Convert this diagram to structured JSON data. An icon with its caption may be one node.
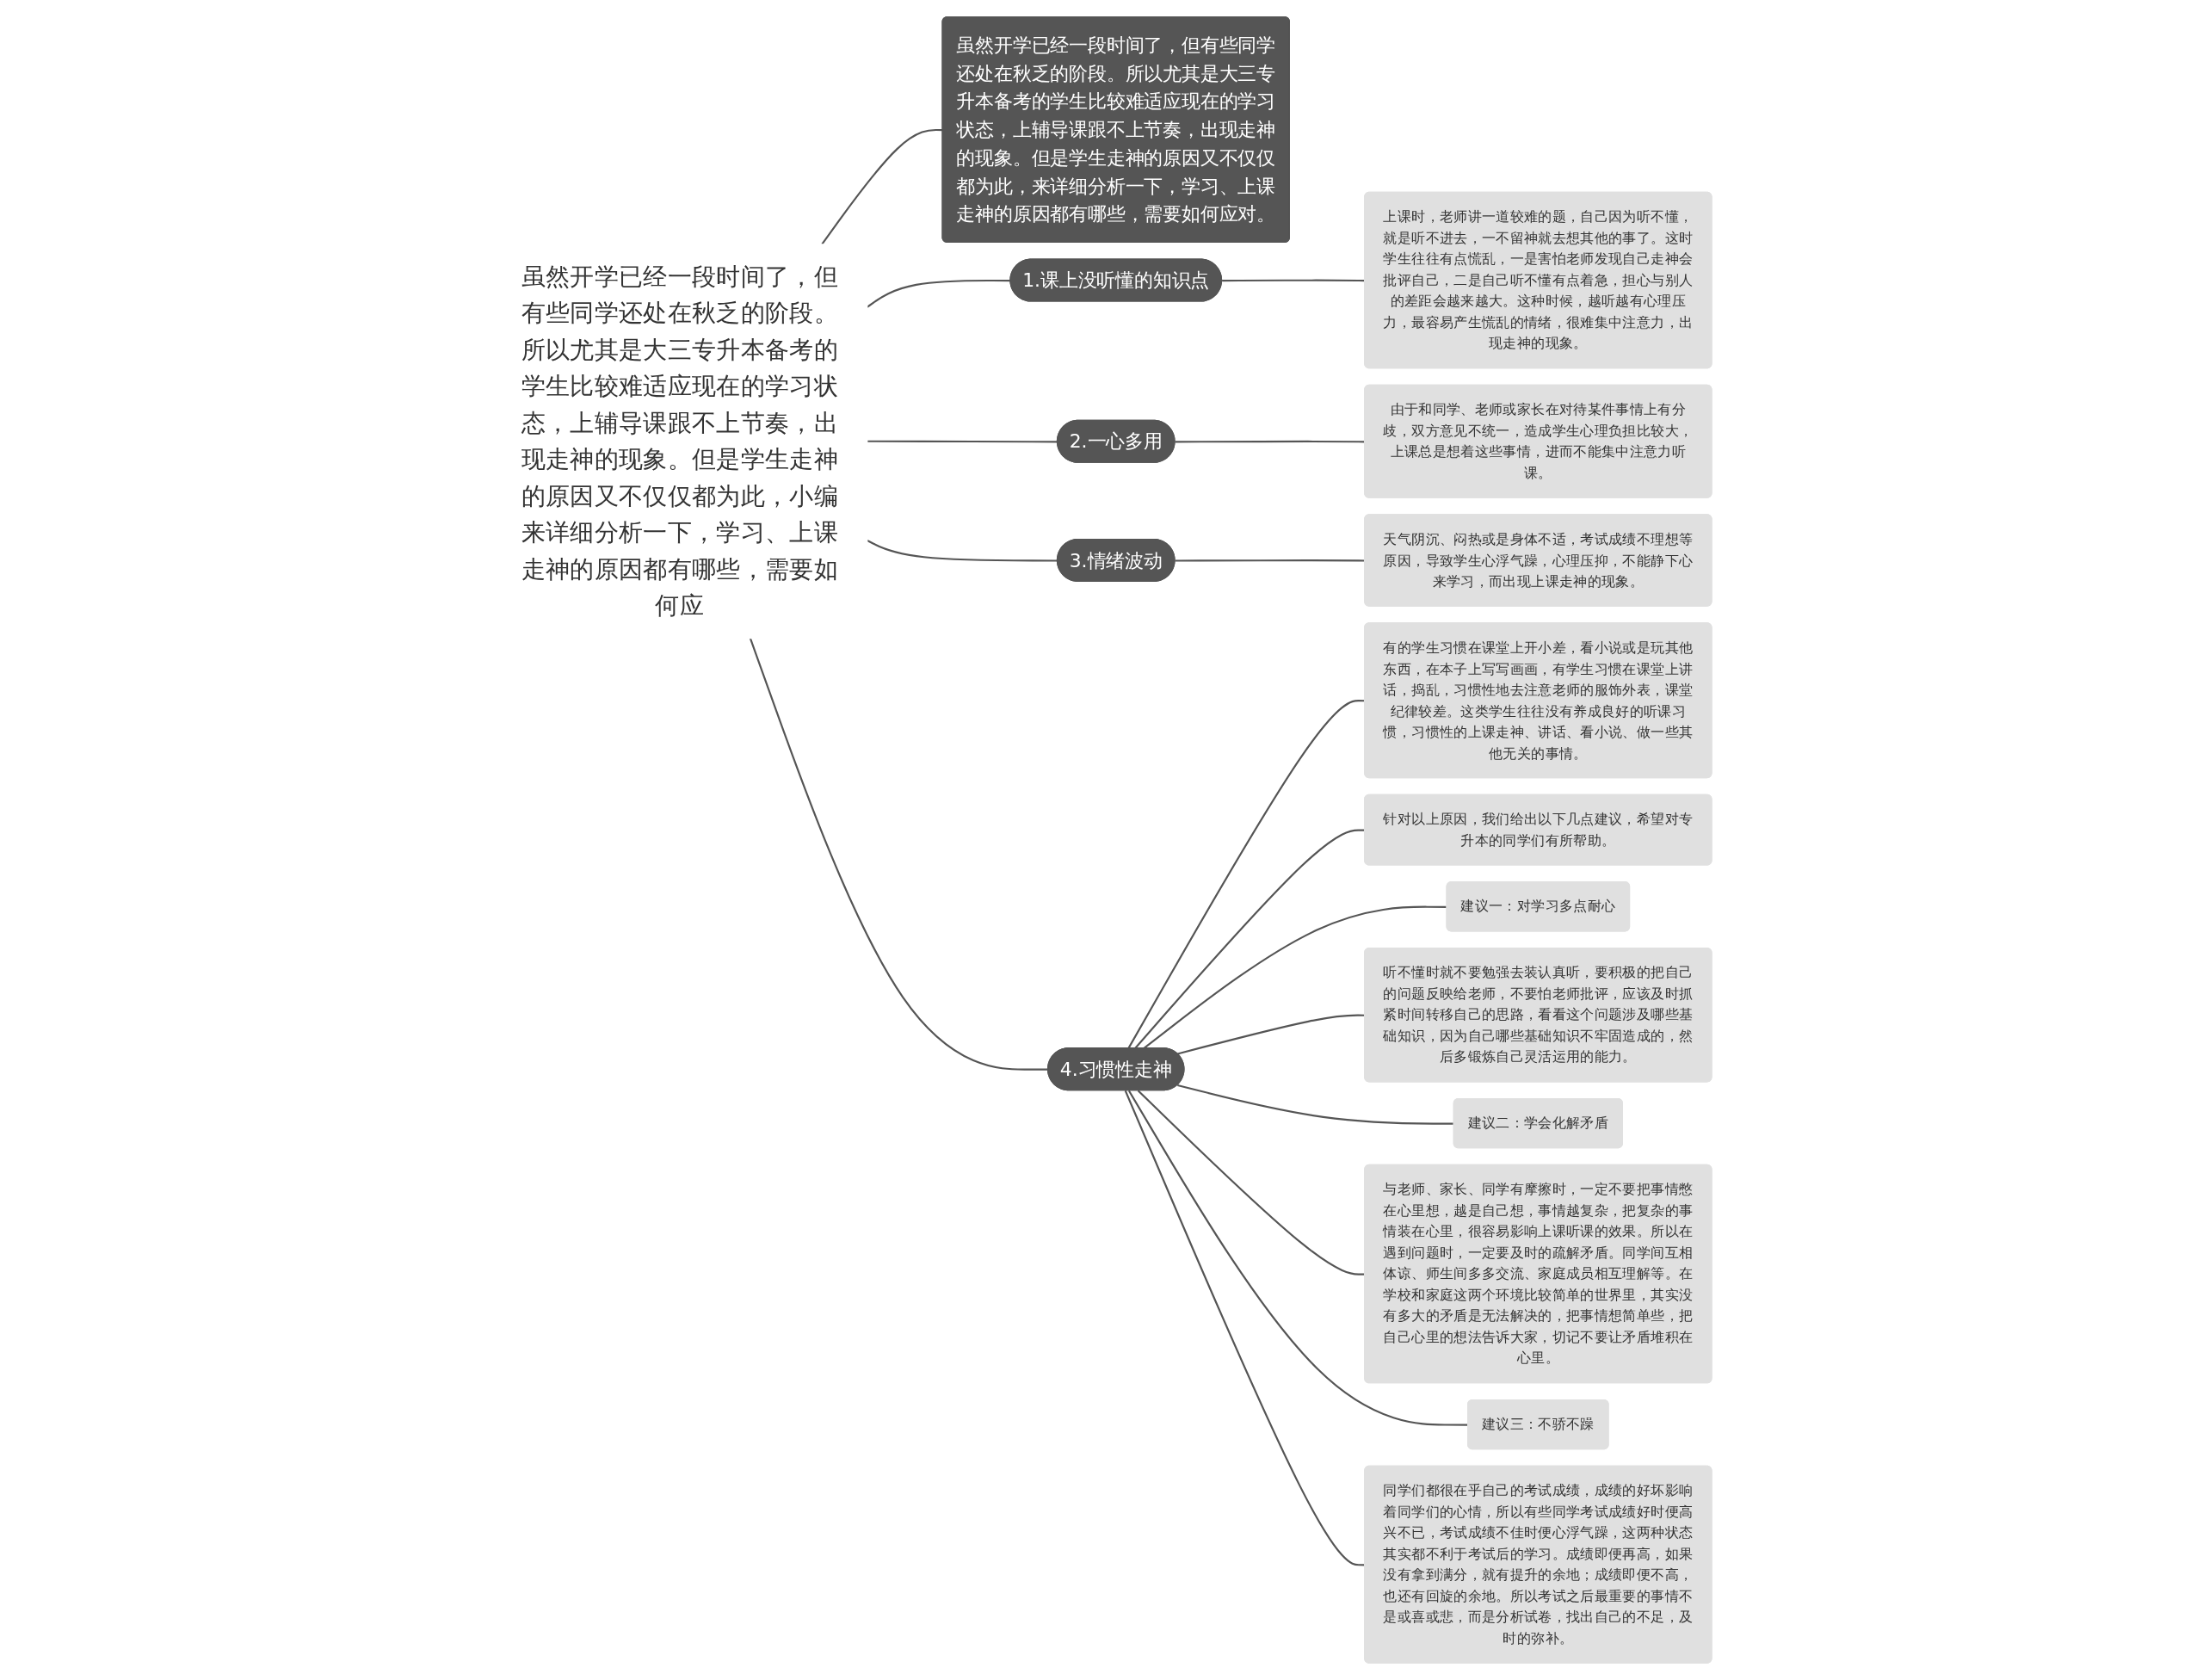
{
  "diagram": {
    "nodes": [
      {
        "text": [
          "虽然开学已经一段时间了，但有些同学还处在秋乏的阶段。所以尤其是大三专升本备考的学生比较难适应现在的学习状态，上辅导课跟不上节奏，出现走神的现象。但是学生走神的原因又不仅仅都为此，小编来详细分析一下，学习、上课走神的原因都有哪些，需要如何应"
        ]
      },
      {
        "text": [
          "虽然开学已经一段时间了，但有些同学还处在秋乏的阶段。所以尤其是大三专升本备考的学生比较难适应现在的学习状态，上辅导课跟不上节奏，出现走神的现象。但是学生走神的原因又不仅仅都为此，来详细分析一下，学习、上课走神的原因都有哪些，需要如何应对。"
        ]
      },
      {
        "text": [
          "1.课上没听懂的知识点"
        ]
      },
      {
        "text": [
          "上课时，老师讲一道较难的题，自己因为听不懂，就是听不进去，一不留神就去想其他的事了。这时学生往往有点慌乱，一是害怕老师发现自己走神会批评自己，二是自己听不懂有点着急，担心与别人的差距会越来越大。这种时候，越听越有心理压力，最容易产生慌乱的情绪，很难集中注意力，出现走神的现象。"
        ]
      },
      {
        "text": [
          "2.一心多用"
        ]
      },
      {
        "text": [
          "由于和同学、老师或家长在对待某件事情上有分歧，双方意见不统一，造成学生心理负担比较大，上课总是想着这些事情，进而不能集中注意力听课。"
        ]
      },
      {
        "text": [
          "3.情绪波动"
        ]
      },
      {
        "text": [
          "天气阴沉、闷热或是身体不适，考试成绩不理想等原因，导致学生心浮气躁，心理压抑，不能静下心来学习，而出现上课走神的现象。"
        ]
      },
      {
        "text": [
          "4.习惯性走神"
        ]
      },
      {
        "text": [
          "有的学生习惯在课堂上开小差，看小说或是玩其他东西，在本子上写写画画，有学生习惯在课堂上讲话，捣乱，习惯性地去注意老师的服饰外表，课堂纪律较差。这类学生往往没有养成良好的听课习惯，习惯性的上课走神、讲话、看小说、做一些其他无关的事情。"
        ]
      },
      {
        "text": [
          "针对以上原因，我们给出以下几点建议，希望对专升本的同学们有所帮助。"
        ]
      },
      {
        "text": [
          "建议一：对学习多点耐心"
        ]
      },
      {
        "text": [
          "听不懂时就不要勉强去装认真听，要积极的把自己的问题反映给老师，不要怕老师批评，应该及时抓紧时间转移自己的思路，看看这个问题涉及哪些基础知识，因为自己哪些基础知识不牢固造成的，然后多锻炼自己灵活运用的能力。"
        ]
      },
      {
        "text": [
          "建议二：学会化解矛盾"
        ]
      },
      {
        "text": [
          "与老师、家长、同学有摩擦时，一定不要把事情憋在心里想，越是自己想，事情越复杂，把复杂的事情装在心里，很容易影响上课听课的效果。所以在遇到问题时，一定要及时的疏解矛盾。同学间互相体谅、师生间多多交流、家庭成员相互理解等。在学校和家庭这两个环境比较简单的世界里，其实没有多大的矛盾是无法解决的，把事情想简单些，把自己心里的想法告诉大家，切记不要让矛盾堆积在心里。"
        ]
      },
      {
        "text": [
          "建议三：不骄不躁"
        ]
      },
      {
        "text": [
          "同学们都很在乎自己的考试成绩，成绩的好坏影响着同学们的心情，所以有些同学考试成绩好时便高兴不已，考试成绩不佳时便心浮气躁，这两种状态其实都不利于考试后的学习。成绩即便再高，如果没有拿到满分，就有提升的余地；成绩即便不高，也还有回旋的余地。所以考试之后最重要的事情不是或喜或悲，而是分析试卷，找出自己的不足，及时的弥补。"
        ]
      }
    ],
    "edges": [
      {
        "from": 0,
        "to": 1,
        "arrow": "none"
      },
      {
        "from": 0,
        "to": 2,
        "arrow": "none"
      },
      {
        "from": 0,
        "to": 4,
        "arrow": "none"
      },
      {
        "from": 0,
        "to": 6,
        "arrow": "none"
      },
      {
        "from": 0,
        "to": 8,
        "arrow": "none"
      },
      {
        "from": 2,
        "to": 3,
        "arrow": "none"
      },
      {
        "from": 4,
        "to": 5,
        "arrow": "none"
      },
      {
        "from": 6,
        "to": 7,
        "arrow": "none"
      },
      {
        "from": 8,
        "to": 9,
        "arrow": "none"
      },
      {
        "from": 8,
        "to": 10,
        "arrow": "none"
      },
      {
        "from": 8,
        "to": 11,
        "arrow": "none"
      },
      {
        "from": 8,
        "to": 12,
        "arrow": "none"
      },
      {
        "from": 8,
        "to": 13,
        "arrow": "none"
      },
      {
        "from": 8,
        "to": 14,
        "arrow": "none"
      },
      {
        "from": 8,
        "to": 15,
        "arrow": "none"
      },
      {
        "from": 8,
        "to": 16,
        "arrow": "none"
      }
    ]
  }
}
